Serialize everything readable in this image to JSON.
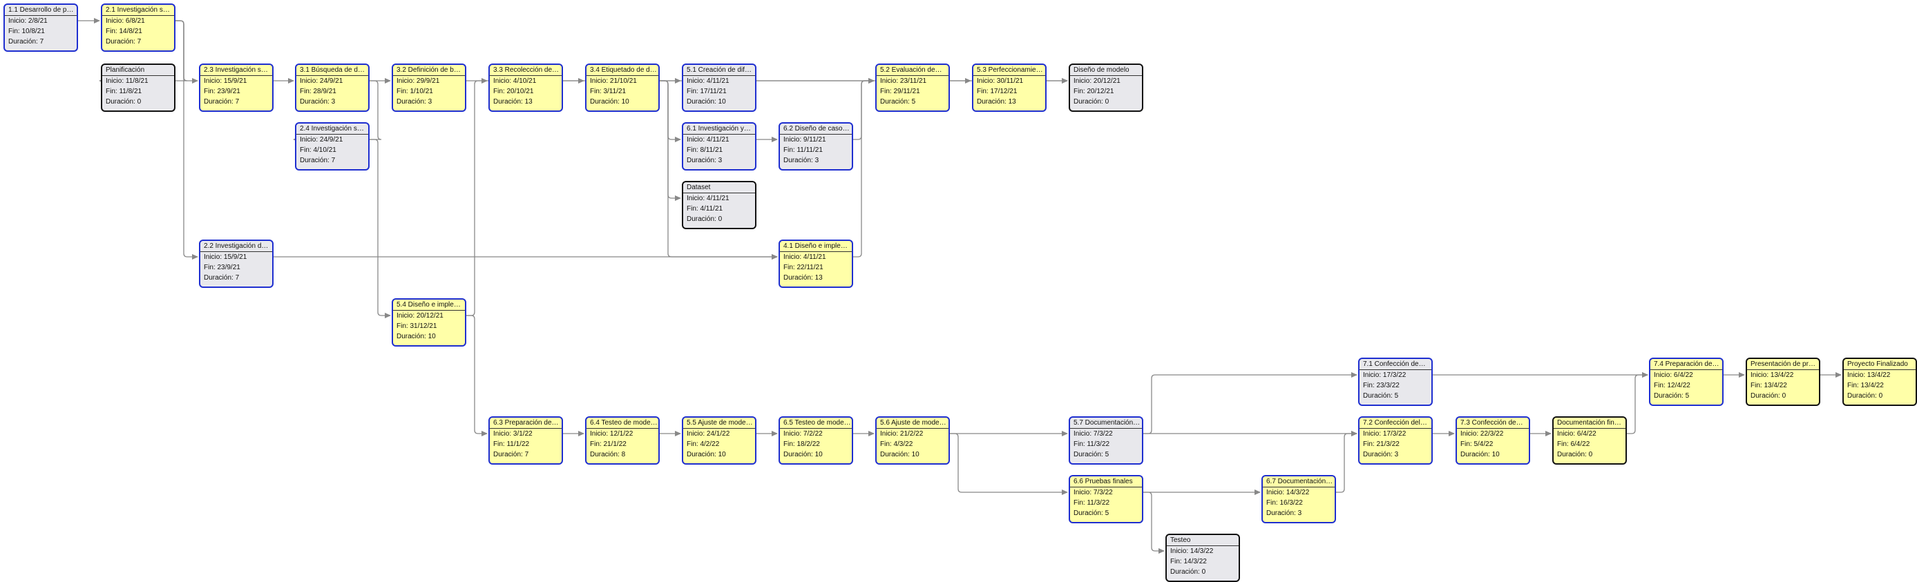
{
  "labels": {
    "start": "Inicio: ",
    "end": "Fin: ",
    "duration": "Duración: "
  },
  "colors": {
    "task_border": "#1f2fd0",
    "milestone_border": "#111111",
    "yellow": "#ffffa8",
    "grey": "#e8e8ec",
    "edge": "#888888"
  },
  "nodes": [
    {
      "id": "n11",
      "title": "1.1 Desarrollo de p…",
      "start": "2/8/21",
      "end": "10/8/21",
      "duration": "7",
      "fill": "grey",
      "milestone": false
    },
    {
      "id": "n21",
      "title": "2.1 Investigación s…",
      "start": "6/8/21",
      "end": "14/8/21",
      "duration": "7",
      "fill": "yellow",
      "milestone": false
    },
    {
      "id": "nplan",
      "title": "Planificación",
      "start": "11/8/21",
      "end": "11/8/21",
      "duration": "0",
      "fill": "grey",
      "milestone": true
    },
    {
      "id": "n23",
      "title": "2.3 Investigación s…",
      "start": "15/9/21",
      "end": "23/9/21",
      "duration": "7",
      "fill": "yellow",
      "milestone": false
    },
    {
      "id": "n31",
      "title": "3.1 Búsqueda de d…",
      "start": "24/9/21",
      "end": "28/9/21",
      "duration": "3",
      "fill": "yellow",
      "milestone": false
    },
    {
      "id": "n32",
      "title": "3.2 Definición de b…",
      "start": "29/9/21",
      "end": "1/10/21",
      "duration": "3",
      "fill": "yellow",
      "milestone": false
    },
    {
      "id": "n33",
      "title": "3.3 Recolección de…",
      "start": "4/10/21",
      "end": "20/10/21",
      "duration": "13",
      "fill": "yellow",
      "milestone": false
    },
    {
      "id": "n34",
      "title": "3.4 Etiquetado de d…",
      "start": "21/10/21",
      "end": "3/11/21",
      "duration": "10",
      "fill": "yellow",
      "milestone": false
    },
    {
      "id": "n51",
      "title": "5.1 Creación de dif…",
      "start": "4/11/21",
      "end": "17/11/21",
      "duration": "10",
      "fill": "grey",
      "milestone": false
    },
    {
      "id": "n52",
      "title": "5.2 Evaluación de…",
      "start": "23/11/21",
      "end": "29/11/21",
      "duration": "5",
      "fill": "yellow",
      "milestone": false
    },
    {
      "id": "n53",
      "title": "5.3 Perfecciona­mie…",
      "start": "30/11/21",
      "end": "17/12/21",
      "duration": "13",
      "fill": "yellow",
      "milestone": false
    },
    {
      "id": "ndis",
      "title": "Diseño de modelo",
      "start": "20/12/21",
      "end": "20/12/21",
      "duration": "0",
      "fill": "grey",
      "milestone": true
    },
    {
      "id": "n24",
      "title": "2.4 Investigación s…",
      "start": "24/9/21",
      "end": "4/10/21",
      "duration": "7",
      "fill": "grey",
      "milestone": false
    },
    {
      "id": "n61",
      "title": "6.1 Investigación y…",
      "start": "4/11/21",
      "end": "8/11/21",
      "duration": "3",
      "fill": "grey",
      "milestone": false
    },
    {
      "id": "n62",
      "title": "6.2 Diseño de caso…",
      "start": "9/11/21",
      "end": "11/11/21",
      "duration": "3",
      "fill": "grey",
      "milestone": false
    },
    {
      "id": "ndata",
      "title": "Dataset",
      "start": "4/11/21",
      "end": "4/11/21",
      "duration": "0",
      "fill": "grey",
      "milestone": true
    },
    {
      "id": "n22",
      "title": "2.2 Investigación d…",
      "start": "15/9/21",
      "end": "23/9/21",
      "duration": "7",
      "fill": "grey",
      "milestone": false
    },
    {
      "id": "n41",
      "title": "4.1 Diseño e imple…",
      "start": "4/11/21",
      "end": "22/11/21",
      "duration": "13",
      "fill": "yellow",
      "milestone": false
    },
    {
      "id": "n54",
      "title": "5.4 Diseño e imple…",
      "start": "20/12/21",
      "end": "31/12/21",
      "duration": "10",
      "fill": "yellow",
      "milestone": false
    },
    {
      "id": "n71",
      "title": "7.1 Confección de…",
      "start": "17/3/22",
      "end": "23/3/22",
      "duration": "5",
      "fill": "grey",
      "milestone": false
    },
    {
      "id": "n74",
      "title": "7.4 Preparación de…",
      "start": "6/4/22",
      "end": "12/4/22",
      "duration": "5",
      "fill": "yellow",
      "milestone": false
    },
    {
      "id": "npres",
      "title": "Presentación de pr…",
      "start": "13/4/22",
      "end": "13/4/22",
      "duration": "0",
      "fill": "yellow",
      "milestone": true
    },
    {
      "id": "nproj",
      "title": "Proyecto Finalizado",
      "start": "13/4/22",
      "end": "13/4/22",
      "duration": "0",
      "fill": "yellow",
      "milestone": true
    },
    {
      "id": "n63",
      "title": "6.3 Preparación de…",
      "start": "3/1/22",
      "end": "11/1/22",
      "duration": "7",
      "fill": "yellow",
      "milestone": false
    },
    {
      "id": "n64",
      "title": "6.4 Testeo de mode…",
      "start": "12/1/22",
      "end": "21/1/22",
      "duration": "8",
      "fill": "yellow",
      "milestone": false
    },
    {
      "id": "n55",
      "title": "5.5 Ajuste de mode…",
      "start": "24/1/22",
      "end": "4/2/22",
      "duration": "10",
      "fill": "yellow",
      "milestone": false
    },
    {
      "id": "n65",
      "title": "6.5 Testeo de mode…",
      "start": "7/2/22",
      "end": "18/2/22",
      "duration": "10",
      "fill": "yellow",
      "milestone": false
    },
    {
      "id": "n56",
      "title": "5.6 Ajuste de mode…",
      "start": "21/2/22",
      "end": "4/3/22",
      "duration": "10",
      "fill": "yellow",
      "milestone": false
    },
    {
      "id": "n57",
      "title": "5.7 Documentación…",
      "start": "7/3/22",
      "end": "11/3/22",
      "duration": "5",
      "fill": "grey",
      "milestone": false
    },
    {
      "id": "n72",
      "title": "7.2 Confección del…",
      "start": "17/3/22",
      "end": "21/3/22",
      "duration": "3",
      "fill": "yellow",
      "milestone": false
    },
    {
      "id": "n73",
      "title": "7.3 Confección de…",
      "start": "22/3/22",
      "end": "5/4/22",
      "duration": "10",
      "fill": "yellow",
      "milestone": false
    },
    {
      "id": "ndocf",
      "title": "Documentación fin…",
      "start": "6/4/22",
      "end": "6/4/22",
      "duration": "0",
      "fill": "yellow",
      "milestone": true
    },
    {
      "id": "n66",
      "title": "6.6 Pruebas finales",
      "start": "7/3/22",
      "end": "11/3/22",
      "duration": "5",
      "fill": "yellow",
      "milestone": false
    },
    {
      "id": "n67",
      "title": "6.7 Documentación…",
      "start": "14/3/22",
      "end": "16/3/22",
      "duration": "3",
      "fill": "yellow",
      "milestone": false
    },
    {
      "id": "ntest",
      "title": "Testeo",
      "start": "14/3/22",
      "end": "14/3/22",
      "duration": "0",
      "fill": "grey",
      "milestone": true
    }
  ],
  "edges": [
    [
      "n11",
      "n21"
    ],
    [
      "n21",
      "nplan"
    ],
    [
      "n21",
      "n23"
    ],
    [
      "n21",
      "n22"
    ],
    [
      "n23",
      "n31"
    ],
    [
      "n31",
      "n32"
    ],
    [
      "n32",
      "n33"
    ],
    [
      "n33",
      "n34"
    ],
    [
      "n34",
      "n51"
    ],
    [
      "n34",
      "n61"
    ],
    [
      "n34",
      "ndata"
    ],
    [
      "n34",
      "n41"
    ],
    [
      "n51",
      "n52"
    ],
    [
      "n52",
      "n53"
    ],
    [
      "n53",
      "ndis"
    ],
    [
      "n31",
      "n24"
    ],
    [
      "n24",
      "n54"
    ],
    [
      "n61",
      "n62"
    ],
    [
      "n62",
      "n52"
    ],
    [
      "n41",
      "n52"
    ],
    [
      "n22",
      "n41"
    ],
    [
      "n54",
      "ndis"
    ],
    [
      "n54",
      "n63"
    ],
    [
      "n63",
      "n64"
    ],
    [
      "n64",
      "n55"
    ],
    [
      "n55",
      "n65"
    ],
    [
      "n65",
      "n56"
    ],
    [
      "n56",
      "n57"
    ],
    [
      "n56",
      "n66"
    ],
    [
      "n57",
      "n71"
    ],
    [
      "n57",
      "n72"
    ],
    [
      "n66",
      "n67"
    ],
    [
      "n66",
      "ntest"
    ],
    [
      "n67",
      "n72"
    ],
    [
      "n72",
      "n73"
    ],
    [
      "n73",
      "ndocf"
    ],
    [
      "ndocf",
      "n74"
    ],
    [
      "n71",
      "n74"
    ],
    [
      "n74",
      "npres"
    ],
    [
      "npres",
      "nproj"
    ]
  ]
}
